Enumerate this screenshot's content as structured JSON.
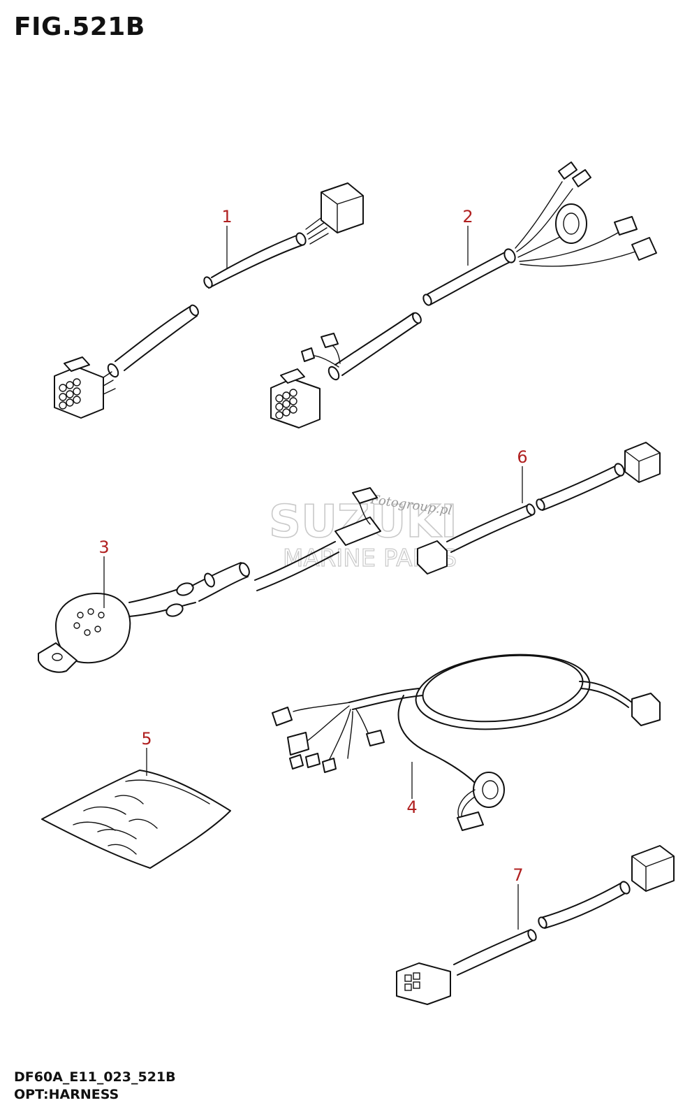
{
  "figure": {
    "title": "FIG.521B"
  },
  "footer": {
    "code": "DF60A_E11_023_521B",
    "title": "OPT:HARNESS"
  },
  "callouts": [
    {
      "id": "1",
      "label": "1"
    },
    {
      "id": "2",
      "label": "2"
    },
    {
      "id": "3",
      "label": "3"
    },
    {
      "id": "4",
      "label": "4"
    },
    {
      "id": "5",
      "label": "5"
    },
    {
      "id": "6",
      "label": "6"
    },
    {
      "id": "7",
      "label": "7"
    }
  ],
  "watermark": {
    "brand": "SUZUKI",
    "sub": "MARINE PARTS",
    "tag": "Fotogroup.pl"
  },
  "colors": {
    "callout": "#b02020",
    "line": "#111111",
    "watermark": "#c9c9c9"
  }
}
